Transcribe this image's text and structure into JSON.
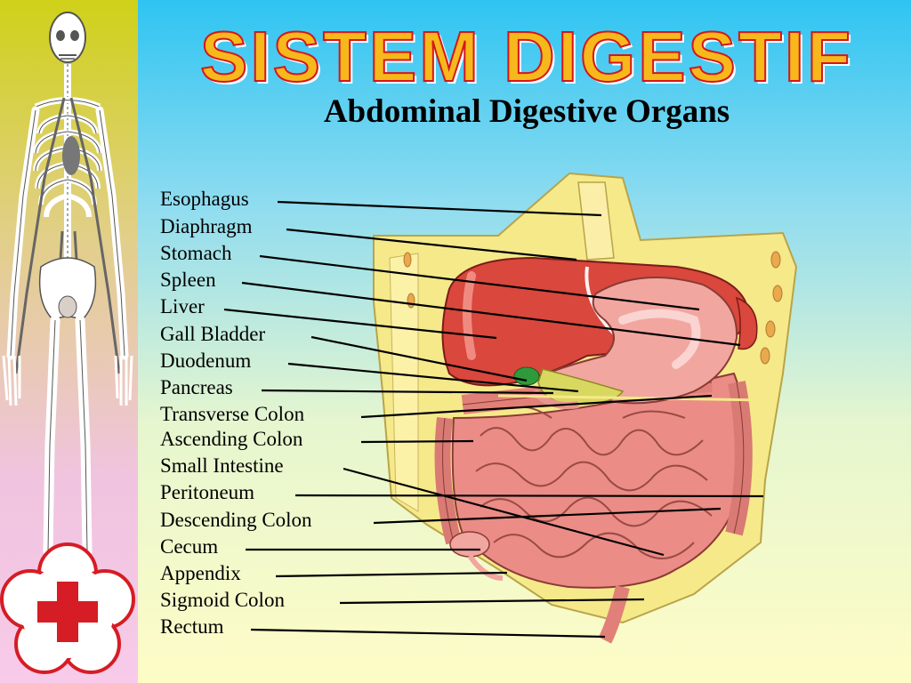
{
  "header": {
    "title": "SISTEM DIGESTIF",
    "subtitle": "Abdominal  Digestive  Organs"
  },
  "colors": {
    "title_fill": "#f7b81c",
    "title_stroke": "#d6151b",
    "liver": "#d9473d",
    "stomach": "#f2a6a0",
    "intestine": "#eb8c86",
    "peritoneum": "#f6e98a",
    "cross": "#d61c24"
  },
  "icons": {
    "skeleton": "skeleton-icon",
    "red_cross": "red-cross-icon"
  },
  "labels": [
    {
      "text": "Esophagus"
    },
    {
      "text": "Diaphragm"
    },
    {
      "text": "Stomach"
    },
    {
      "text": "Spleen"
    },
    {
      "text": "Liver"
    },
    {
      "text": "Gall Bladder"
    },
    {
      "text": "Duodenum"
    },
    {
      "text": "Pancreas"
    },
    {
      "text": "Transverse Colon"
    },
    {
      "text": "Ascending Colon"
    },
    {
      "text": "Small Intestine"
    },
    {
      "text": "Peritoneum"
    },
    {
      "text": "Descending Colon"
    },
    {
      "text": "Cecum"
    },
    {
      "text": "Appendix"
    },
    {
      "text": "Sigmoid Colon"
    },
    {
      "text": "Rectum"
    }
  ]
}
